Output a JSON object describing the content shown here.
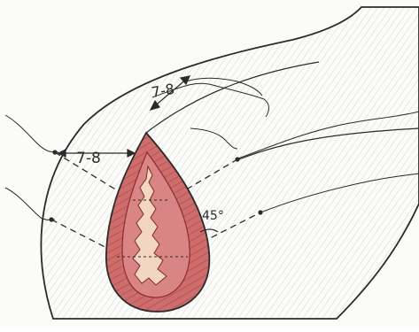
{
  "labels": {
    "upper_measure": "7-8",
    "left_measure": "7-8",
    "angle": "45°"
  },
  "colors": {
    "ink": "#2b2b2b",
    "skin": "#e8e4df",
    "wound_outer": "#c85f5f",
    "wound_mid": "#d98585",
    "wound_core": "#f3d6c2",
    "hatch": "#9b3a3a"
  }
}
